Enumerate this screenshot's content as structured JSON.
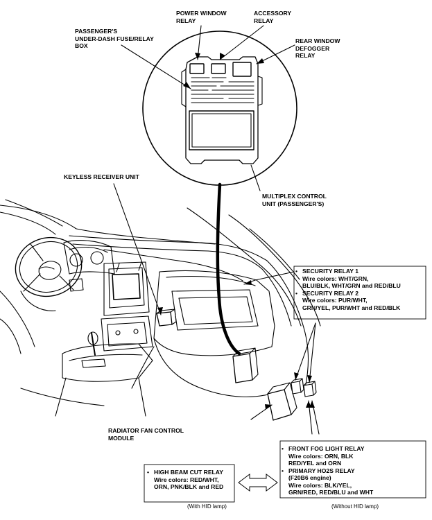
{
  "labels": {
    "power_window": [
      "POWER WINDOW",
      "RELAY"
    ],
    "accessory": [
      "ACCESSORY",
      "RELAY"
    ],
    "passenger_box": [
      "PASSENGER'S",
      "UNDER-DASH FUSE/RELAY",
      "BOX"
    ],
    "rear_defogger": [
      "REAR WINDOW",
      "DEFOGGER",
      "RELAY"
    ],
    "keyless": "KEYLESS RECEIVER UNIT",
    "multiplex": [
      "MULTIPLEX CONTROL",
      "UNIT (PASSENGER'S)"
    ],
    "radiator": [
      "RADIATOR FAN CONTROL",
      "MODULE"
    ]
  },
  "security_box": {
    "relay1_title": "SECURITY RELAY 1",
    "relay1_wires": [
      "Wire colors: WHT/GRN,",
      "BLU/BLK, WHT/GRN and RED/BLU"
    ],
    "relay2_title": "SECURITY RELAY 2",
    "relay2_wires": [
      "Wire colors: PUR/WHT,",
      "GRN/YEL, PUR/WHT and RED/BLK"
    ]
  },
  "hid_box": {
    "title": "HIGH BEAM CUT RELAY",
    "wires": [
      "Wire colors: RED/WHT,",
      "ORN, PNK/BLK and RED"
    ],
    "note": "(With HID lamp)"
  },
  "fog_box": {
    "title1": "FRONT FOG LIGHT RELAY",
    "wires1": [
      "Wire colors: ORN, BLK",
      "RED/YEL and ORN"
    ],
    "title2": "PRIMARY HO2S RELAY",
    "engine": "(F20B6 engine)",
    "wires2": [
      "Wire colors: BLK/YEL,",
      "GRN/RED, RED/BLU and WHT"
    ],
    "note": "(Without HID lamp)"
  }
}
